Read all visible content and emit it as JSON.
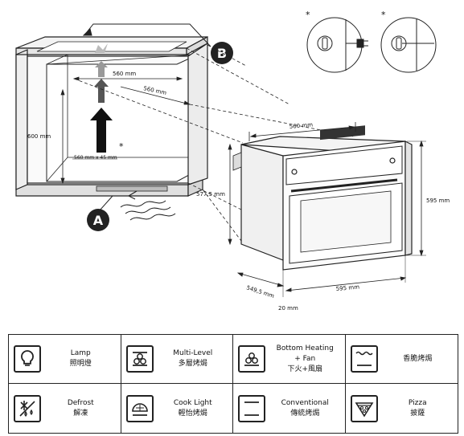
{
  "diagram": {
    "labels": {
      "a": "A",
      "b": "B"
    },
    "dims": {
      "cab_width_top": "560 mm",
      "cab_depth": "560 mm",
      "cab_height": "600 mm",
      "vent": "560 mm x 45 mm",
      "vent_star": "*",
      "oven_width": "560 mm",
      "oven_height": "577,5 mm",
      "oven_total_height": "595 mm",
      "oven_depth": "549,5 mm",
      "oven_front_width": "595 mm",
      "oven_bottom_gap": "20 mm",
      "plug_star_left": "*",
      "plug_star_right": "*"
    }
  },
  "legend": {
    "items": [
      {
        "icon": "lamp-icon",
        "line1": "Lamp",
        "line2": "照明燈",
        "line3": ""
      },
      {
        "icon": "multi-level-icon",
        "line1": "Multi-Level",
        "line2": "多層烤焗",
        "line3": ""
      },
      {
        "icon": "bottom-heating-fan-icon",
        "line1": "Bottom Heating",
        "line2": "+ Fan",
        "line3": "下火+風扇"
      },
      {
        "icon": "crisp-bake-icon",
        "line1": "香脆烤焗",
        "line2": "",
        "line3": ""
      },
      {
        "icon": "defrost-icon",
        "line1": "Defrost",
        "line2": "解凍",
        "line3": ""
      },
      {
        "icon": "cook-light-icon",
        "line1": "Cook Light",
        "line2": "輕怡烤焗",
        "line3": ""
      },
      {
        "icon": "conventional-icon",
        "line1": "Conventional",
        "line2": "傳統烤焗",
        "line3": ""
      },
      {
        "icon": "pizza-icon",
        "line1": "Pizza",
        "line2": "披薩",
        "line3": ""
      }
    ]
  }
}
